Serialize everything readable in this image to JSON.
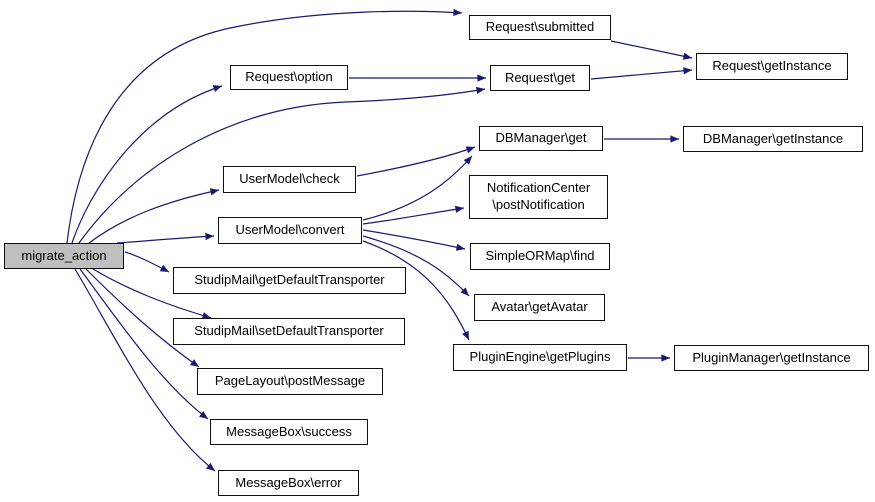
{
  "diagram_type": "call-graph",
  "colors": {
    "edge": "#191970",
    "node_fill": "#ffffff",
    "node_border": "#101010",
    "root_node_fill": "#bfbfbf",
    "text": "#000000",
    "background": "#ffffff"
  },
  "nodes": [
    {
      "id": "migrate_action",
      "label": "migrate_action",
      "role": "root"
    },
    {
      "id": "request_submitted",
      "label": "Request\\submitted"
    },
    {
      "id": "request_option",
      "label": "Request\\option"
    },
    {
      "id": "request_get",
      "label": "Request\\get"
    },
    {
      "id": "request_getinstance",
      "label": "Request\\getInstance"
    },
    {
      "id": "dbmanager_get",
      "label": "DBManager\\get"
    },
    {
      "id": "dbmanager_getinstance",
      "label": "DBManager\\getInstance"
    },
    {
      "id": "usermodel_check",
      "label": "UserModel\\check"
    },
    {
      "id": "notificationcenter_postnotification",
      "label": "NotificationCenter\n\\postNotification"
    },
    {
      "id": "usermodel_convert",
      "label": "UserModel\\convert"
    },
    {
      "id": "simpleormap_find",
      "label": "SimpleORMap\\find"
    },
    {
      "id": "studipmail_getdefaulttransporter",
      "label": "StudipMail\\getDefaultTransporter"
    },
    {
      "id": "avatar_getavatar",
      "label": "Avatar\\getAvatar"
    },
    {
      "id": "studipmail_setdefaulttransporter",
      "label": "StudipMail\\setDefaultTransporter"
    },
    {
      "id": "pluginengine_getplugins",
      "label": "PluginEngine\\getPlugins"
    },
    {
      "id": "pluginmanager_getinstance",
      "label": "PluginManager\\getInstance"
    },
    {
      "id": "pagelayout_postmessage",
      "label": "PageLayout\\postMessage"
    },
    {
      "id": "messagebox_success",
      "label": "MessageBox\\success"
    },
    {
      "id": "messagebox_error",
      "label": "MessageBox\\error"
    }
  ],
  "edges": [
    {
      "from": "migrate_action",
      "to": "request_submitted"
    },
    {
      "from": "migrate_action",
      "to": "request_option"
    },
    {
      "from": "migrate_action",
      "to": "request_get"
    },
    {
      "from": "migrate_action",
      "to": "usermodel_check"
    },
    {
      "from": "migrate_action",
      "to": "usermodel_convert"
    },
    {
      "from": "migrate_action",
      "to": "studipmail_getdefaulttransporter"
    },
    {
      "from": "migrate_action",
      "to": "studipmail_setdefaulttransporter"
    },
    {
      "from": "migrate_action",
      "to": "pagelayout_postmessage"
    },
    {
      "from": "migrate_action",
      "to": "messagebox_success"
    },
    {
      "from": "migrate_action",
      "to": "messagebox_error"
    },
    {
      "from": "request_option",
      "to": "request_get"
    },
    {
      "from": "request_submitted",
      "to": "request_getinstance"
    },
    {
      "from": "request_get",
      "to": "request_getinstance"
    },
    {
      "from": "usermodel_check",
      "to": "dbmanager_get"
    },
    {
      "from": "usermodel_convert",
      "to": "dbmanager_get"
    },
    {
      "from": "usermodel_convert",
      "to": "notificationcenter_postnotification"
    },
    {
      "from": "usermodel_convert",
      "to": "simpleormap_find"
    },
    {
      "from": "usermodel_convert",
      "to": "avatar_getavatar"
    },
    {
      "from": "usermodel_convert",
      "to": "pluginengine_getplugins"
    },
    {
      "from": "dbmanager_get",
      "to": "dbmanager_getinstance"
    },
    {
      "from": "pluginengine_getplugins",
      "to": "pluginmanager_getinstance"
    }
  ]
}
